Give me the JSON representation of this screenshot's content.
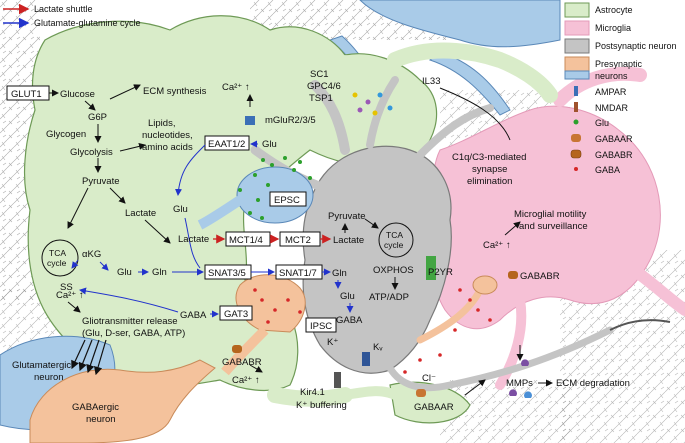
{
  "colors": {
    "astrocyte": "#d9ecc9",
    "astrocyte_stroke": "#6e9a56",
    "microglia": "#f6c1d6",
    "postsynaptic": "#c4c4c4",
    "presynaptic": "#f4c29c",
    "presynaptic_neurons": "#a9cbe8",
    "lactate_arrow": "#cc2222",
    "glutamate_arrow": "#2233cc",
    "ampar": "#3b6fb6",
    "nmdar": "#a0522d",
    "glu": "#2ca02c",
    "gaba_a_r": "#c87533",
    "gaba_b_r": "#b5651d",
    "gaba": "#d62728"
  },
  "arrow_legend": {
    "lactate": "Lactate shuttle",
    "glutamate": "Glutamate-glutamine cycle"
  },
  "legend": {
    "astrocyte": "Astrocyte",
    "microglia": "Microglia",
    "postsynaptic": "Postsynaptic neuron",
    "presynaptic_1": "Presynaptic",
    "presynaptic_2": "neurons",
    "ampar": "AMPAR",
    "nmdar": "NMDAR",
    "glu": "Glu",
    "gabaar": "GABAAR",
    "gababr": "GABABR",
    "gaba": "GABA"
  },
  "labels": {
    "glut1": "GLUT1",
    "glucose": "Glucose",
    "g6p": "G6P",
    "glycogen": "Glycogen",
    "glycolysis": "Glycolysis",
    "ecm_synthesis": "ECM synthesis",
    "lipids_1": "Lipids,",
    "lipids_2": "nucleotides,",
    "lipids_3": "amino acids",
    "pyruvate_astro": "Pyruvate",
    "lactate_astro": "Lactate",
    "tca_astro_1": "TCA",
    "tca_astro_2": "cycle",
    "akg": "αKG",
    "ss": "SS",
    "glu_astro": "Glu",
    "gln_astro": "Gln",
    "glu_upper": "Glu",
    "eaat": "EAAT1/2",
    "glu_eaat": "Glu",
    "ca_top": "Ca²⁺ ↑",
    "mglur": "mGluR2/3/5",
    "sc1": "SC1",
    "gpc": "GPC4/6",
    "tsp1": "TSP1",
    "il33": "IL33",
    "c1q_1": "C1q/C3-mediated",
    "c1q_2": "synapse",
    "c1q_3": "elimination",
    "epsc": "EPSC",
    "lactate_mid": "Lactate",
    "mct14": "MCT1/4",
    "mct2": "MCT2",
    "lactate_neuron": "Lactate",
    "pyruvate_neuron": "Pyruvate",
    "tca_neuron_1": "TCA",
    "tca_neuron_2": "cycle",
    "oxphos": "OXPHOS",
    "atp_adp": "ATP/ADP",
    "snat35": "SNAT3/5",
    "snat17": "SNAT1/7",
    "gln_neuron": "Gln",
    "glu_neuron": "Glu",
    "gaba_neuron": "GABA",
    "p2yr": "P2YR",
    "ca_microglia": "Ca²⁺ ↑",
    "microglia_motility_1": "Microglial motility",
    "microglia_motility_2": "and surveillance",
    "gababr_microglia": "GABABR",
    "gaba_astro": "GABA",
    "gat3": "GAT3",
    "ipsc": "IPSC",
    "kplus": "K⁺",
    "ca_left": "Ca²⁺ ↑",
    "glio_1": "Gliotransmitter release",
    "glio_2": "(Glu, D-ser, GABA, ATP)",
    "gababr_astro": "GABABR",
    "ca_bottom": "Ca²⁺ ↑",
    "kir41": "Kir4.1",
    "k_buffering": "K⁺ buffering",
    "kv": "Kᵥ",
    "cl": "Cl⁻",
    "gabaar_bottom": "GABAAR",
    "mmps": "MMPs",
    "ecm_degradation": "ECM degradation",
    "glutamatergic_1": "Glutamatergic",
    "glutamatergic_2": "neuron",
    "gabaergic_1": "GABAergic",
    "gabaergic_2": "neuron"
  }
}
